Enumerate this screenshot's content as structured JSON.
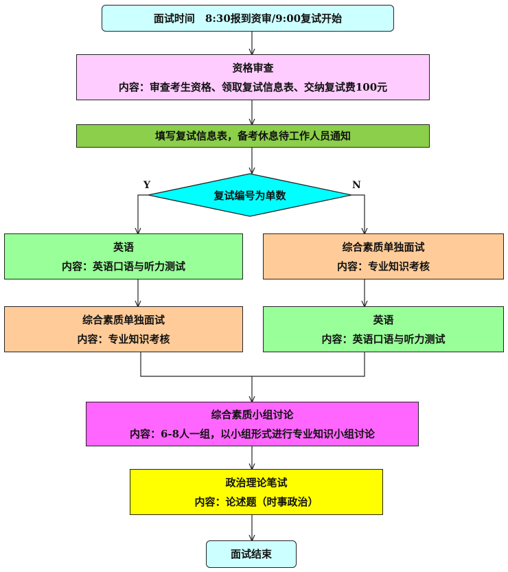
{
  "colors": {
    "start": "#ccffff",
    "qualification": "#ffccff",
    "form": "#8ccf4a",
    "decision": "#00ffff",
    "english": "#99ff99",
    "interview": "#ffcc99",
    "group": "#ff66ff",
    "politics": "#ffff00",
    "end": "#ccffff",
    "line": "#222222"
  },
  "start": {
    "text": "面试时间　8:30报到资审/9:00复试开始"
  },
  "qualification": {
    "title": "资格审查",
    "content": "内容：审查考生资格、领取复试信息表、交纳复试费100元"
  },
  "form": {
    "text": "填写复试信息表，备考休息待工作人员通知"
  },
  "decision": {
    "text": "复试编号为单数",
    "yes": "Y",
    "no": "N"
  },
  "left_branch": [
    {
      "title": "英语",
      "content": "内容：英语口语与听力测试"
    },
    {
      "title": "综合素质单独面试",
      "content": "内容：专业知识考核"
    }
  ],
  "right_branch": [
    {
      "title": "综合素质单独面试",
      "content": "内容：专业知识考核"
    },
    {
      "title": "英语",
      "content": "内容：英语口语与听力测试"
    }
  ],
  "group": {
    "title": "综合素质小组讨论",
    "content": "内容：6-8人一组，以小组形式进行专业知识小组讨论"
  },
  "politics": {
    "title": "政治理论笔试",
    "content": "内容：论述题（时事政治）"
  },
  "end": {
    "text": "面试结束"
  }
}
